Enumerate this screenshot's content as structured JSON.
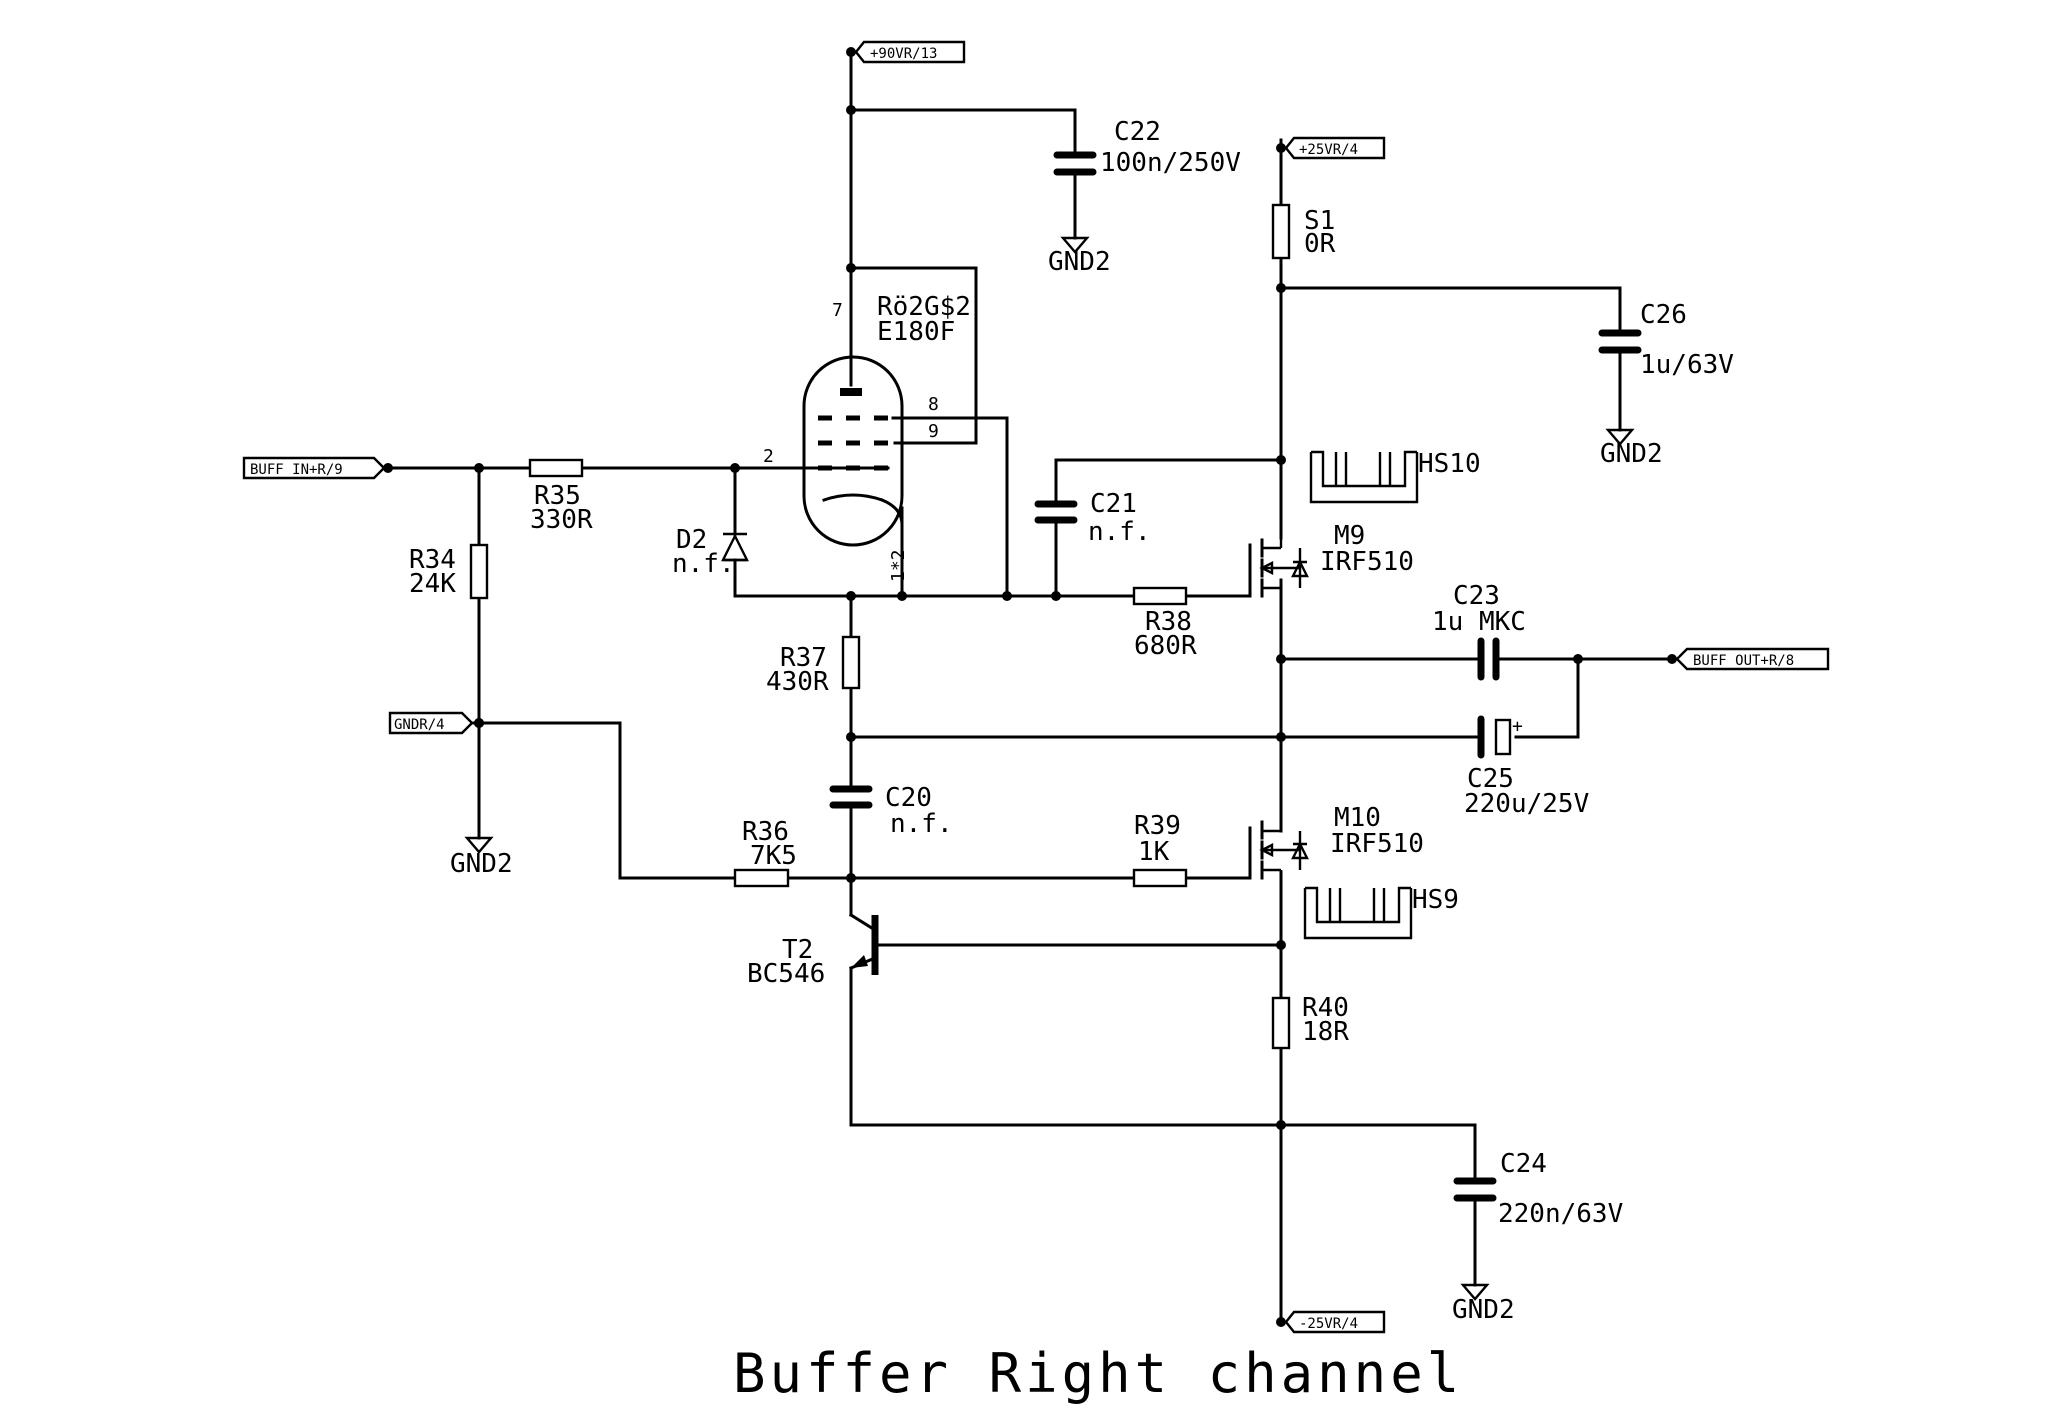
{
  "title": "Buffer Right channel",
  "ports": {
    "p90": "+90VR/13",
    "p25": "+25VR/4",
    "m25": "-25VR/4",
    "buff_in": "BUFF_IN+R/9",
    "buff_out": "BUFF_OUT+R/8",
    "gndr": "GNDR/4"
  },
  "grounds": {
    "gnd": "GND2"
  },
  "tube": {
    "ref": "Rö2G$2",
    "value": "E180F",
    "pins": {
      "p7": "7",
      "p8": "8",
      "p9": "9",
      "p2": "2",
      "p12": "1*2"
    }
  },
  "components": {
    "c22": {
      "ref": "C22",
      "value": "100n/250V"
    },
    "s1": {
      "ref": "S1",
      "value": "0R"
    },
    "c26": {
      "ref": "C26",
      "value": "1u/63V"
    },
    "hs10": {
      "ref": "HS10"
    },
    "c21": {
      "ref": "C21",
      "value": "n.f."
    },
    "m9": {
      "ref": "M9",
      "value": "IRF510"
    },
    "r35": {
      "ref": "R35",
      "value": "330R"
    },
    "r34": {
      "ref": "R34",
      "value": "24K"
    },
    "d2": {
      "ref": "D2",
      "value": "n.f."
    },
    "r38": {
      "ref": "R38",
      "value": "680R"
    },
    "c23": {
      "ref": "C23",
      "value": "1u MKC"
    },
    "r37": {
      "ref": "R37",
      "value": "430R"
    },
    "c25": {
      "ref": "C25",
      "value": "220u/25V"
    },
    "c20": {
      "ref": "C20",
      "value": "n.f."
    },
    "r36": {
      "ref": "R36",
      "value": "7K5"
    },
    "r39": {
      "ref": "R39",
      "value": "1K"
    },
    "m10": {
      "ref": "M10",
      "value": "IRF510"
    },
    "hs9": {
      "ref": "HS9"
    },
    "t2": {
      "ref": "T2",
      "value": "BC546"
    },
    "r40": {
      "ref": "R40",
      "value": "18R"
    },
    "c24": {
      "ref": "C24",
      "value": "220n/63V"
    }
  }
}
